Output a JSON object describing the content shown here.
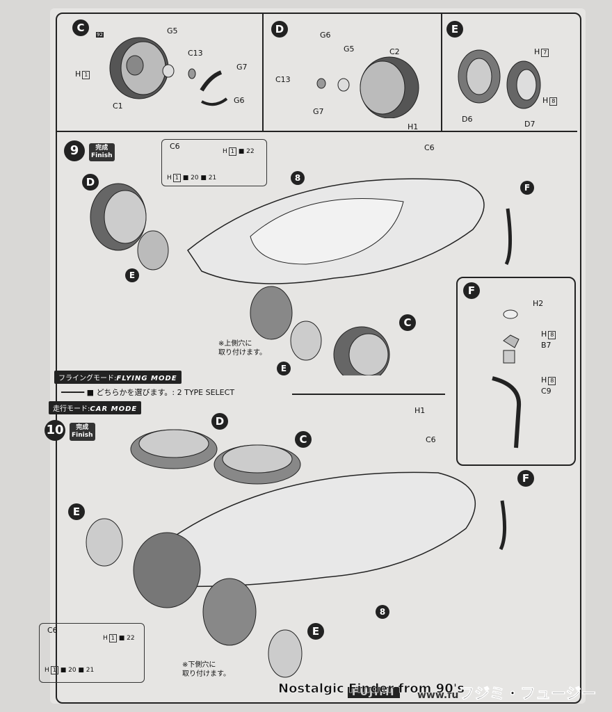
{
  "step_c": {
    "letter": "C",
    "icon_num": "92",
    "parts": [
      "G5",
      "C13",
      "G7",
      "G6",
      "C1"
    ],
    "hnum": "1"
  },
  "step_d": {
    "letter": "D",
    "parts": [
      "G6",
      "G5",
      "C2",
      "C13",
      "G7"
    ]
  },
  "step_e": {
    "letter": "E",
    "parts": [
      "D6",
      "D7"
    ],
    "h1": "7",
    "h2": "8"
  },
  "step_9": {
    "num": "9",
    "finish_jp": "完成",
    "finish_en": "Finish",
    "c6": "C6",
    "h1": "1",
    "n22": "22",
    "n20": "20",
    "n21": "21",
    "eight": "8",
    "h1_label": "H1",
    "c6_label": "C6",
    "D": "D",
    "E": "E",
    "C": "C",
    "F": "F",
    "note_jp_1": "※上側穴に",
    "note_jp_2": "取り付けます。"
  },
  "step_f": {
    "letter": "F",
    "h2": "H2",
    "h8": "8",
    "b7": "B7",
    "c9": "C9"
  },
  "modes": {
    "flying_jp": "フライングモード:",
    "flying_en": "FLYING MODE",
    "select_jp": "どちらかを選びます。:",
    "select_en": "2 TYPE SELECT",
    "car_jp": "走行モード:",
    "car_en": "CAR MODE"
  },
  "step_10": {
    "num": "10",
    "finish_jp": "完成",
    "finish_en": "Finish",
    "D": "D",
    "C": "C",
    "E": "E",
    "F": "F",
    "H1": "H1",
    "C6": "C6",
    "eight": "8",
    "c6_box": "C6",
    "n22": "22",
    "n20": "20",
    "n21": "21",
    "h1": "1",
    "note_jp_1": "※下側穴に",
    "note_jp_2": "取り付けます。"
  },
  "footer": {
    "brand": "FUJIMI",
    "url": "www.fu",
    "wm1": "Nostalgic Finder from 90's",
    "wm2": "フジミ・フュージー"
  }
}
